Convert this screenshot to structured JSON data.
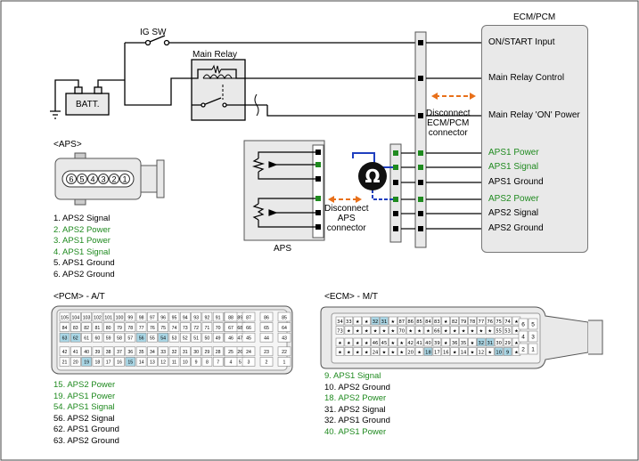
{
  "top": {
    "ig_sw": "IG SW",
    "main_relay": "Main Relay",
    "batt": "BATT.",
    "ecm_pcm": "ECM/PCM"
  },
  "ecm_pins": [
    {
      "label": "ON/START Input",
      "green": false
    },
    {
      "label": "Main Relay Control",
      "green": false
    },
    {
      "label": "Main Relay 'ON' Power",
      "green": false
    },
    {
      "label": "APS1 Power",
      "green": true
    },
    {
      "label": "APS1 Signal",
      "green": true
    },
    {
      "label": "APS1 Ground",
      "green": false
    },
    {
      "label": "APS2 Power",
      "green": true
    },
    {
      "label": "APS2 Signal",
      "green": false
    },
    {
      "label": "APS2 Ground",
      "green": false
    }
  ],
  "disconnect_ecm": [
    "Disconnect",
    "ECM/PCM",
    "connector"
  ],
  "disconnect_aps": [
    "Disconnect",
    "APS",
    "connector"
  ],
  "aps_title": "APS",
  "aps_section": {
    "title": "<APS>",
    "pin_numbers": [
      "6",
      "5",
      "4",
      "3",
      "2",
      "1"
    ],
    "pins": [
      {
        "text": "1. APS2 Signal",
        "green": false
      },
      {
        "text": "2. APS2 Power",
        "green": true
      },
      {
        "text": "3. APS1 Power",
        "green": true
      },
      {
        "text": "4. APS1 Signal",
        "green": true
      },
      {
        "text": "5. APS1 Ground",
        "green": false
      },
      {
        "text": "6. APS2 Ground",
        "green": false
      }
    ]
  },
  "pcm_section": {
    "title": "<PCM> - A/T",
    "rows": [
      [
        "105",
        "104",
        "103",
        "102",
        "101",
        "100",
        "99",
        "98",
        "97",
        "96",
        "95",
        "94",
        "93",
        "92",
        "91",
        "90",
        "89"
      ],
      [
        "84",
        "83",
        "82",
        "81",
        "80",
        "79",
        "78",
        "77",
        "76",
        "75",
        "74",
        "73",
        "72",
        "71",
        "70",
        "69",
        "68"
      ],
      [
        "63",
        "62",
        "61",
        "60",
        "59",
        "58",
        "57",
        "56",
        "55",
        "54",
        "53",
        "52",
        "51",
        "50",
        "49",
        "48",
        "47"
      ],
      [
        "42",
        "41",
        "40",
        "39",
        "38",
        "37",
        "36",
        "35",
        "34",
        "33",
        "32",
        "31",
        "30",
        "29",
        "28",
        "27",
        "26"
      ],
      [
        "21",
        "20",
        "19",
        "18",
        "17",
        "16",
        "15",
        "14",
        "13",
        "12",
        "11",
        "10",
        "9",
        "8",
        "7",
        "6",
        "5"
      ]
    ],
    "side_rows": [
      [
        "88",
        "87",
        "86",
        "85"
      ],
      [
        "67",
        "66",
        "65",
        "64"
      ],
      [
        "46",
        "45",
        "44",
        "43"
      ],
      [
        "25",
        "24",
        "23",
        "22"
      ],
      [
        "4",
        "3",
        "2",
        "1"
      ]
    ],
    "highlighted": [
      "63",
      "62",
      "56",
      "54",
      "19",
      "15"
    ],
    "pins": [
      {
        "text": "15. APS2 Power",
        "green": true
      },
      {
        "text": "19. APS1 Power",
        "green": true
      },
      {
        "text": "54. APS1 Signal",
        "green": true
      },
      {
        "text": "56. APS2 Signal",
        "green": false
      },
      {
        "text": "62. APS1 Ground",
        "green": false
      },
      {
        "text": "63. APS2 Ground",
        "green": false
      }
    ]
  },
  "ecm_section": {
    "title": "<ECM> - M/T",
    "rows": [
      [
        "34",
        "33",
        "★",
        "★",
        "32",
        "31",
        "★",
        "87",
        "86",
        "85",
        "84",
        "83",
        "★",
        "82",
        "79",
        "78",
        "77",
        "76",
        "75",
        "74",
        "★"
      ],
      [
        "73",
        "★",
        "★",
        "★",
        "★",
        "★",
        "★",
        "70",
        "★",
        "★",
        "★",
        "66",
        "★",
        "★",
        "★",
        "★",
        "★",
        "★",
        "55",
        "53",
        "★"
      ],
      [
        "★",
        "★",
        "★",
        "★",
        "46",
        "45",
        "★",
        "★",
        "42",
        "41",
        "40",
        "39",
        "★",
        "36",
        "35",
        "★",
        "32",
        "31",
        "30",
        "29",
        "★"
      ],
      [
        "★",
        "★",
        "★",
        "★",
        "24",
        "★",
        "★",
        "★",
        "20",
        "★",
        "18",
        "17",
        "16",
        "★",
        "14",
        "★",
        "12",
        "★",
        "10",
        "9",
        "★"
      ]
    ],
    "side": [
      [
        "6",
        "5"
      ],
      [
        "4",
        "3"
      ],
      [
        "2",
        "1"
      ]
    ],
    "highlighted": [
      "32",
      "31",
      "18",
      "10",
      "9"
    ],
    "pins": [
      {
        "text": "9. APS1 Signal",
        "green": true
      },
      {
        "text": "10. APS2 Ground",
        "green": false
      },
      {
        "text": "18. APS2 Power",
        "green": true
      },
      {
        "text": "31. APS2 Signal",
        "green": false
      },
      {
        "text": "32. APS1 Ground",
        "green": false
      },
      {
        "text": "40. APS1 Power",
        "green": true
      }
    ]
  },
  "colors": {
    "green": "#1f8a1f",
    "orange": "#e8701a",
    "blue": "#1f3fbf",
    "highlight": "#a9d6e5",
    "panel": "#e9e9e9"
  },
  "icons": {
    "ohmmeter": "ohm-meter-icon",
    "arrows": "double-arrow-icon"
  }
}
